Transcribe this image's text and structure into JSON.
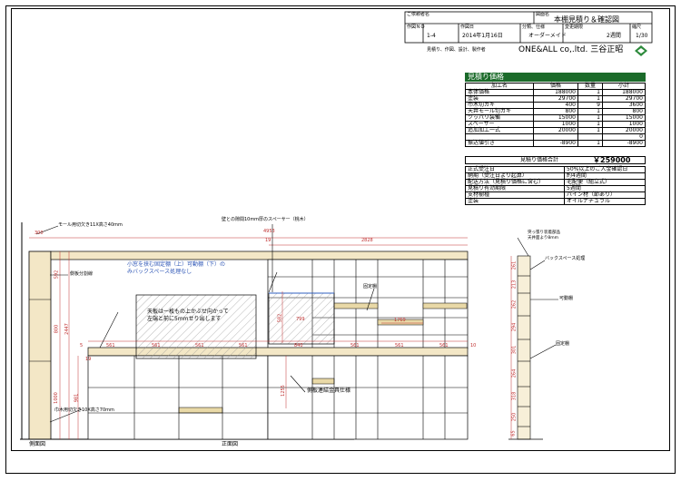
{
  "header": {
    "client_label": "ご依頼者名",
    "drawing_label": "図面名",
    "drawing_name": "本棚見積り＆確認図",
    "no_label": "作図ＮＯ",
    "no_value": "1-4",
    "date_label": "作図日",
    "date_value": "2014年1月16日",
    "category_label": "分類、仕様",
    "category_value": "オーダーメイド",
    "period_label": "変更期限",
    "period_value": "2週間",
    "scale_label": "縮尺",
    "scale_value": "1/30",
    "credit_label": "見積り、作図、設計、製作者",
    "company": "ONE&ALL co,.ltd. 三谷正昭"
  },
  "estimate": {
    "title": "見積り価格",
    "columns": [
      "加工名",
      "価格",
      "数量",
      "小計"
    ],
    "rows": [
      [
        "本体価格",
        "188000",
        "1",
        "188000"
      ],
      [
        "塗装",
        "29700",
        "1",
        "29700"
      ],
      [
        "巾木切カキ",
        "400",
        "9",
        "3600"
      ],
      [
        "天井モール切カキ",
        "800",
        "1",
        "800"
      ],
      [
        "ツッパリ装備",
        "15000",
        "1",
        "15000"
      ],
      [
        "スペーサー",
        "1000",
        "1",
        "1000"
      ],
      [
        "追加加工一式",
        "20000",
        "1",
        "20000"
      ],
      [
        "",
        "",
        "",
        "0"
      ],
      [
        "振込値引き",
        "-8900",
        "1",
        "-8900"
      ]
    ],
    "total_label": "見積り価格合計",
    "total_value": "￥259000",
    "info": [
      [
        "正式受注日",
        "50%以上のご入金確認日"
      ],
      [
        "納期（受注日より起算）",
        "約4週間"
      ],
      [
        "配送方法（見積り価格に含む）",
        "宅配便（組立式）"
      ],
      [
        "見積り有効期限",
        "5週間"
      ],
      [
        "支材樹種",
        "パイン材（節あり）"
      ],
      [
        "塗装",
        "オイルナチュラル"
      ]
    ]
  },
  "drawing": {
    "mall_note": "モール用切欠き11X高さ40mm",
    "spacer_note": "壁との隙間10mm厚のスペーサー（桃木）",
    "total_width": "4953",
    "width_2828": "2828",
    "dim_300": "300",
    "partition_note": "側板分割線",
    "window_note": "小窓を挟む固定棚（上）可動棚（下）の\nみバックスペース処理なし",
    "top_note": "天板は一枚もの上かぶせ向かって\n左端と前に5mmせり出します",
    "connect_note": "側板連結金具仕様",
    "skirting_note": "巾木用切欠き10X高さ70mm",
    "fixed_shelf_small": "固定棚",
    "width_1769": "1769",
    "width_799": "799",
    "width_840": "840",
    "width_561": "561",
    "dim_19": "19",
    "dim_10": "10",
    "dim_5": "5",
    "height_2447": "2447",
    "height_800": "800",
    "height_592": "592",
    "height_1000": "1000",
    "height_981": "981",
    "height_582": "582",
    "height_1255": "1255",
    "side_view_label": "側面図",
    "front_view_label": "正面図",
    "side_top_note": "突っ張り装着部品\n天井面より8mm",
    "backspace_note": "バックスペース処理",
    "movable_note": "可動棚",
    "fixed_note": "固定棚",
    "side_dims": [
      "261",
      "213",
      "262",
      "294",
      "301",
      "264",
      "318",
      "250",
      "65"
    ]
  }
}
